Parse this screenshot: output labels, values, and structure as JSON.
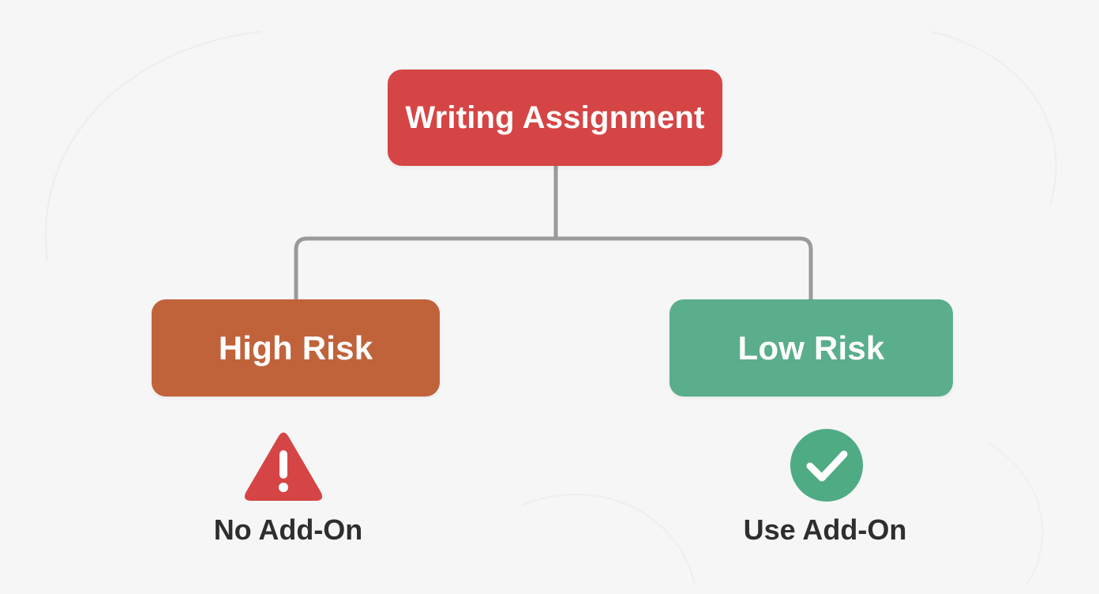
{
  "diagram": {
    "root": {
      "label": "Writing Assignment",
      "color": "#d64545"
    },
    "branches": [
      {
        "label": "High Risk",
        "color": "#c0633b",
        "outcome": {
          "icon": "warning-icon",
          "icon_color": "#d64545",
          "label": "No Add-On"
        }
      },
      {
        "label": "Low Risk",
        "color": "#5aae8b",
        "outcome": {
          "icon": "checkmark-icon",
          "icon_color": "#4fab84",
          "label": "Use Add-On"
        }
      }
    ],
    "connector_color": "#9a9a9a",
    "background_color": "#f6f6f6"
  }
}
